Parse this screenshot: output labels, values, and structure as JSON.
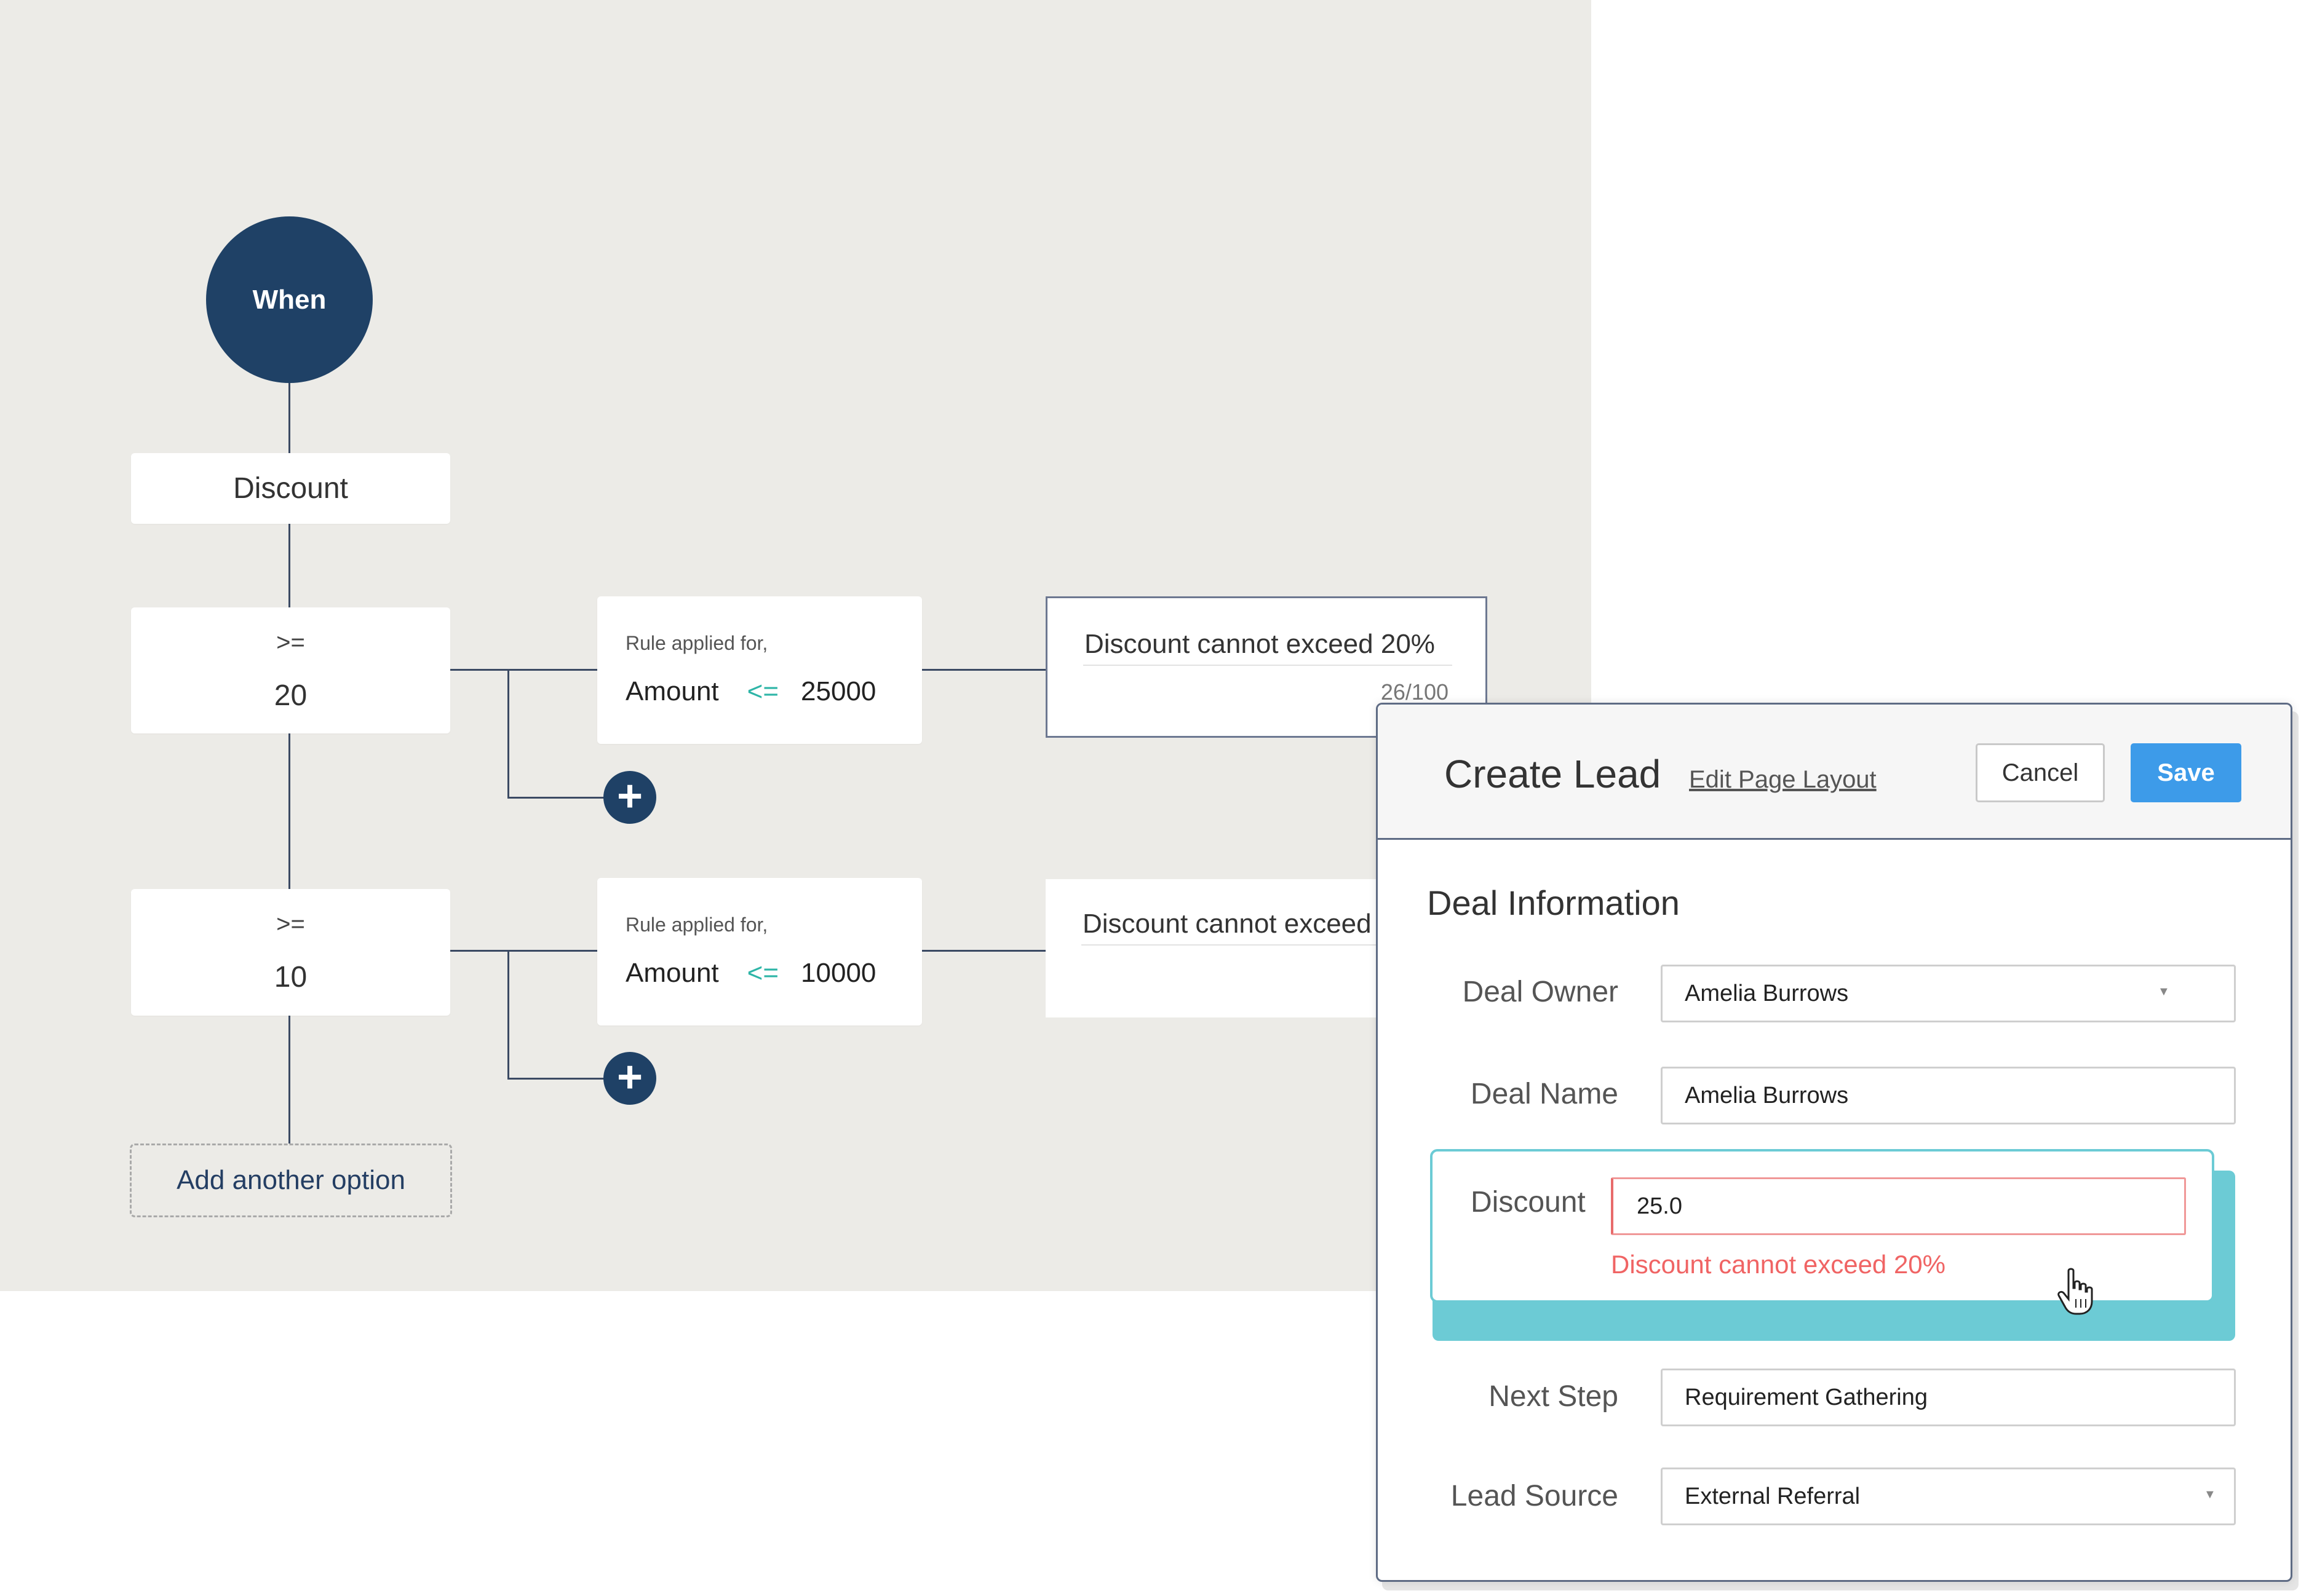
{
  "flow": {
    "root_label": "When",
    "field_node": "Discount",
    "conditions": [
      {
        "operator": ">=",
        "value": "20",
        "rule_heading": "Rule applied for,",
        "rule_field": "Amount",
        "rule_operator": "<=",
        "rule_value": "25000",
        "message": "Discount cannot exceed 20%",
        "char_count": "26/100"
      },
      {
        "operator": ">=",
        "value": "10",
        "rule_heading": "Rule applied for,",
        "rule_field": "Amount",
        "rule_operator": "<=",
        "rule_value": "10000",
        "message": "Discount cannot exceed"
      }
    ],
    "add_option_label": "Add another option",
    "add_icon": "plus-icon"
  },
  "popup": {
    "title": "Create Lead",
    "edit_layout_link": "Edit Page Layout",
    "cancel_label": "Cancel",
    "save_label": "Save",
    "section_title": "Deal Information",
    "fields": {
      "deal_owner": {
        "label": "Deal Owner",
        "value": "Amelia Burrows"
      },
      "deal_name": {
        "label": "Deal Name",
        "value": "Amelia Burrows"
      },
      "discount": {
        "label": "Discount",
        "value": "25.0",
        "error": "Discount cannot exceed 20%"
      },
      "next_step": {
        "label": "Next Step",
        "value": "Requirement Gathering"
      },
      "lead_source": {
        "label": "Lead Source",
        "value": "External Referral"
      }
    }
  },
  "colors": {
    "canvas_bg": "#ecebe7",
    "node_dark": "#1f4166",
    "connector": "#3b4a63",
    "operator_teal": "#2eb5a7",
    "save_blue": "#3d9be9",
    "error_red": "#f06464",
    "highlight_teal": "#6ccbd5"
  }
}
